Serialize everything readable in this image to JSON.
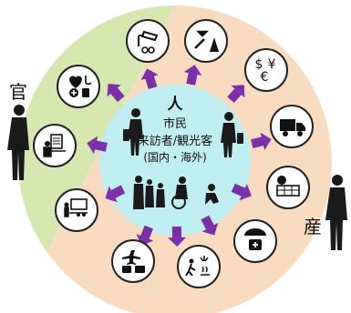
{
  "center": {
    "title": "人",
    "line1": "市民",
    "line2": "来訪者/観光客",
    "line3": "(国内・海外)"
  },
  "sides": {
    "left_label": "官",
    "right_label": "産"
  },
  "colors": {
    "ring_left": "#d6e8b0",
    "ring_right": "#f9dcc0",
    "center_fill": "#bfeff2",
    "arrow": "#7b2fa8",
    "node_fill": "#ffffff",
    "node_stroke": "#222222"
  },
  "nodes": [
    {
      "icon": "surveillance-police-icon"
    },
    {
      "icon": "construction-tools-icon"
    },
    {
      "icon": "currency-icon"
    },
    {
      "icon": "delivery-truck-icon"
    },
    {
      "icon": "robot-solar-panel-icon"
    },
    {
      "icon": "medical-drone-icon"
    },
    {
      "icon": "sports-onsen-fireworks-icon"
    },
    {
      "icon": "transport-icon"
    },
    {
      "icon": "education-presentation-icon"
    },
    {
      "icon": "document-office-icon"
    },
    {
      "icon": "healthcare-medical-icon"
    }
  ]
}
